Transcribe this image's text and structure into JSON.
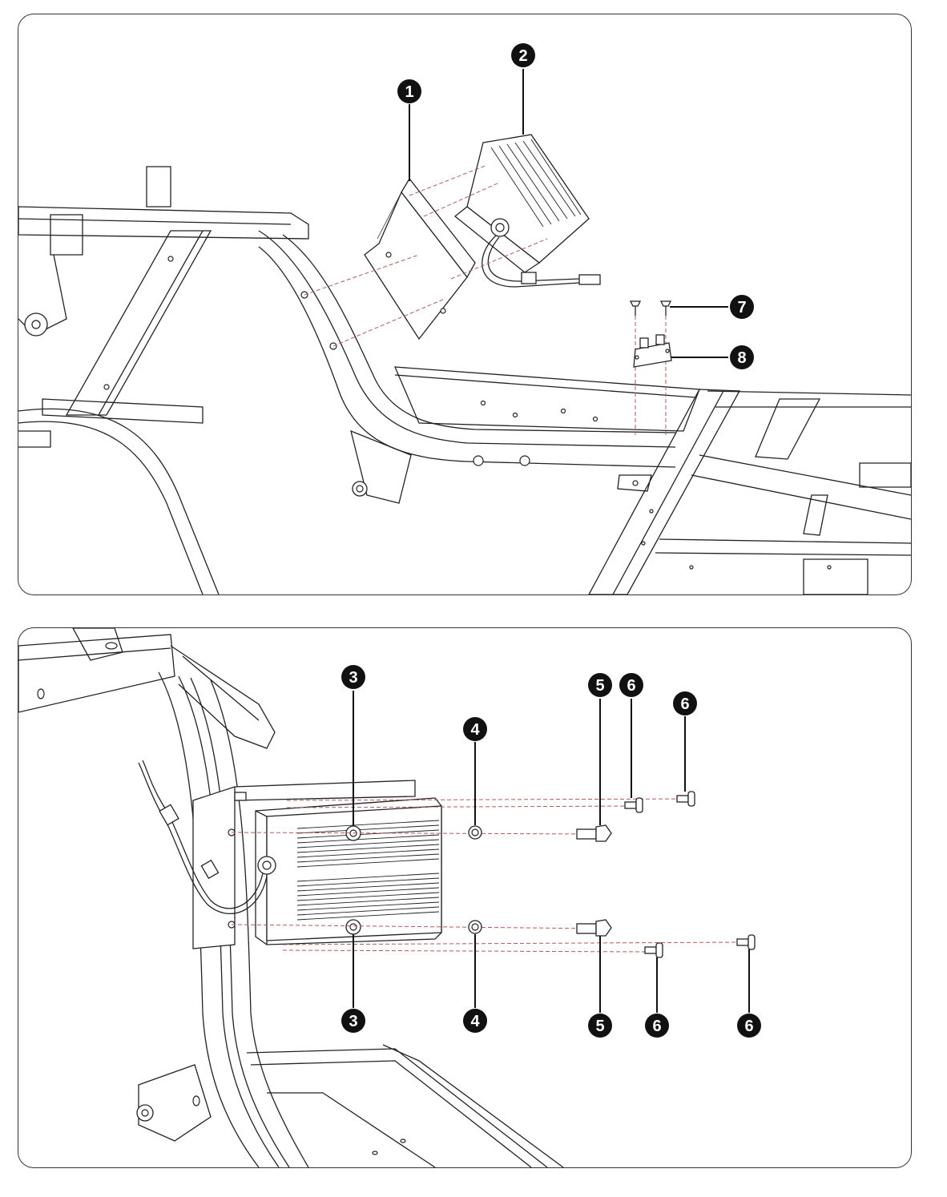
{
  "top_callouts": [
    {
      "id": "c1",
      "label": "1"
    },
    {
      "id": "c2",
      "label": "2"
    },
    {
      "id": "c7",
      "label": "7"
    },
    {
      "id": "c8",
      "label": "8"
    }
  ],
  "bottom_callouts": [
    {
      "id": "c3a",
      "label": "3"
    },
    {
      "id": "c3b",
      "label": "3"
    },
    {
      "id": "c4a",
      "label": "4"
    },
    {
      "id": "c4b",
      "label": "4"
    },
    {
      "id": "c5a",
      "label": "5"
    },
    {
      "id": "c5b",
      "label": "5"
    },
    {
      "id": "c6a",
      "label": "6"
    },
    {
      "id": "c6b",
      "label": "6"
    },
    {
      "id": "c6c",
      "label": "6"
    },
    {
      "id": "c6d",
      "label": "6"
    }
  ]
}
